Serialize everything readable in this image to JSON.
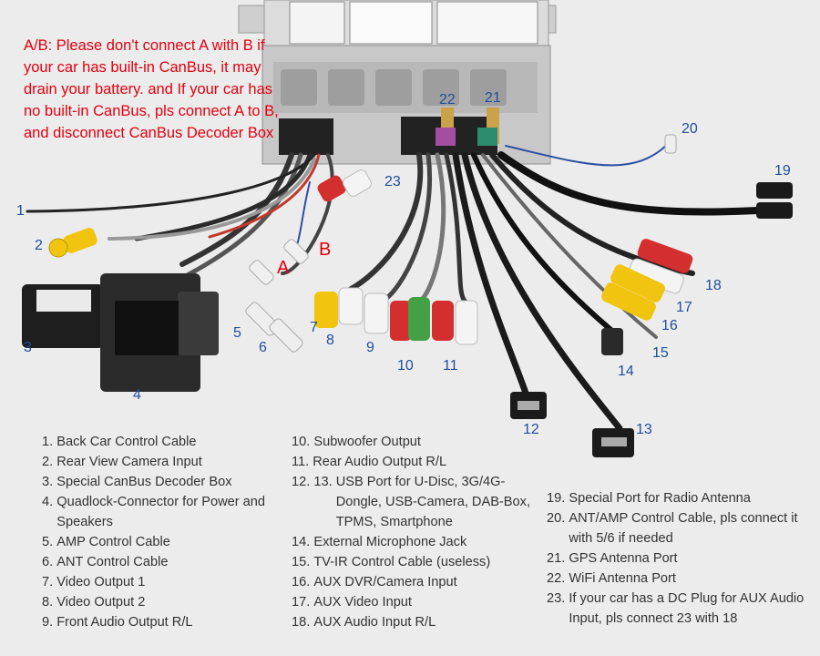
{
  "note": "A/B: Please don't connect A with B if your car has built-in CanBus, it may drain your battery. and If your car has no built-in CanBus, pls connect A to B, and disconnect CanBus Decoder Box",
  "callouts": [
    {
      "id": "1",
      "label": "1"
    },
    {
      "id": "2",
      "label": "2"
    },
    {
      "id": "3",
      "label": "3"
    },
    {
      "id": "4",
      "label": "4"
    },
    {
      "id": "5",
      "label": "5"
    },
    {
      "id": "6",
      "label": "6"
    },
    {
      "id": "7",
      "label": "7"
    },
    {
      "id": "8",
      "label": "8"
    },
    {
      "id": "9",
      "label": "9"
    },
    {
      "id": "10",
      "label": "10"
    },
    {
      "id": "11",
      "label": "11"
    },
    {
      "id": "12",
      "label": "12"
    },
    {
      "id": "13",
      "label": "13"
    },
    {
      "id": "14",
      "label": "14"
    },
    {
      "id": "15",
      "label": "15"
    },
    {
      "id": "16",
      "label": "16"
    },
    {
      "id": "17",
      "label": "17"
    },
    {
      "id": "18",
      "label": "18"
    },
    {
      "id": "19",
      "label": "19"
    },
    {
      "id": "20",
      "label": "20"
    },
    {
      "id": "21",
      "label": "21"
    },
    {
      "id": "22",
      "label": "22"
    },
    {
      "id": "23",
      "label": "23"
    },
    {
      "id": "A",
      "label": "A"
    },
    {
      "id": "B",
      "label": "B"
    }
  ],
  "legend": {
    "col1": [
      {
        "num": "1. ",
        "text": "Back Car Control Cable"
      },
      {
        "num": "2. ",
        "text": "Rear View Camera Input"
      },
      {
        "num": "3. ",
        "text": "Special CanBus Decoder Box"
      },
      {
        "num": "4. ",
        "text": "Quadlock-Connector for Power and Speakers"
      },
      {
        "num": "5. ",
        "text": "AMP Control Cable"
      },
      {
        "num": "6. ",
        "text": "ANT Control Cable"
      },
      {
        "num": "7. ",
        "text": "Video Output 1"
      },
      {
        "num": "8. ",
        "text": "Video Output 2"
      },
      {
        "num": "9. ",
        "text": "Front Audio Output R/L"
      }
    ],
    "col2": [
      {
        "num": "10. ",
        "text": "Subwoofer Output"
      },
      {
        "num": "11. ",
        "text": "Rear Audio Output R/L"
      },
      {
        "num": "12. 13. ",
        "text": "USB Port for U-Disc, 3G/4G-Dongle, USB-Camera, DAB-Box, TPMS, Smartphone"
      },
      {
        "num": "14. ",
        "text": "External Microphone Jack"
      },
      {
        "num": "15. ",
        "text": "TV-IR Control Cable (useless)"
      },
      {
        "num": "16. ",
        "text": "AUX DVR/Camera Input"
      },
      {
        "num": "17. ",
        "text": "AUX Video Input"
      },
      {
        "num": "18. ",
        "text": "AUX Audio Input R/L"
      }
    ],
    "col3": [
      {
        "num": "19. ",
        "text": "Special Port for Radio Antenna"
      },
      {
        "num": "20. ",
        "text": "ANT/AMP Control Cable, pls connect it with 5/6 if needed"
      },
      {
        "num": "21. ",
        "text": "GPS Antenna Port"
      },
      {
        "num": "22. ",
        "text": "WiFi Antenna Port"
      },
      {
        "num": "23. ",
        "text": "If your car has a DC Plug for AUX Audio Input, pls connect 23 with 18"
      }
    ]
  },
  "colors": {
    "note": "#e3000f",
    "callout": "#1f4e9c",
    "text": "#333333",
    "background": "#ececec"
  }
}
